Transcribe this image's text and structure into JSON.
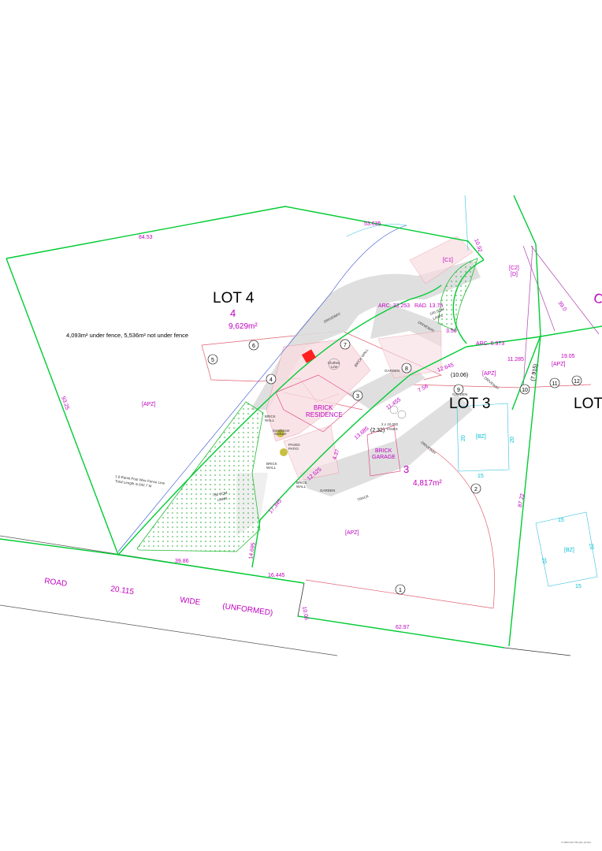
{
  "lots": {
    "lot4": {
      "title": "LOT 4",
      "number": "4",
      "area": "9,629m²",
      "fence_note": "4,093m² under fence, 5,536m² not under fence"
    },
    "lot3": {
      "title": "LOT 3",
      "number": "3",
      "area": "4,817m²"
    },
    "lot_right": {
      "title": "LOT"
    },
    "partial_right": "C"
  },
  "road": {
    "label1": "ROAD",
    "width": "20.115",
    "label2": "WIDE",
    "label3": "(UNFORMED)"
  },
  "dimensions": [
    "84.53",
    "53.635",
    "10.92",
    "93.25",
    "39.86",
    "16.445",
    "14.695",
    "10.06",
    "62.97",
    "87.22",
    "19.05",
    "11.285",
    "(7.915)",
    "(10.06)",
    "12.645",
    "3.50",
    "7.56",
    "11.455",
    "13.685",
    "(2.32)",
    "4.37",
    "12.525",
    "17.345",
    "39.0"
  ],
  "arcs": [
    "ARC. 33.253",
    "RAD. 13.75",
    "ARC. 6.973"
  ],
  "zones": {
    "apz": "[APZ]",
    "bz": "[BZ]",
    "c1": "[C1]",
    "c2": "[C2]",
    "d": "[D]"
  },
  "bz_dims": [
    "20",
    "20",
    "15",
    "15",
    "20",
    "20",
    "15"
  ],
  "buildings": {
    "residence": [
      "BRICK",
      "RESIDENCE"
    ],
    "garage": [
      "BRICK",
      "GARAGE"
    ]
  },
  "features": {
    "driveway": "DRIVEWAY",
    "brick_wall": "BRICK WALL",
    "brick_wall_short": [
      "BRICK",
      "WALL"
    ],
    "garden": "GARDEN",
    "track": "TRACK",
    "lawn_small": [
      "100 SQM",
      "LAWN"
    ],
    "lawn_big": [
      "760 SQM",
      "LAWN"
    ],
    "clothes_line": [
      "Clothes",
      "Line"
    ],
    "tanks": [
      "2 x 10,000",
      "TANKS"
    ],
    "paved_patio": [
      "PAVED",
      "PATIO"
    ],
    "sandstone": [
      "Sandstone",
      "Surface"
    ],
    "fence_note": [
      "1.8 Ramit Post Wire Fence Line",
      "Total Length is 642.7 M"
    ]
  },
  "markers": [
    "1",
    "2",
    "3",
    "4",
    "5",
    "6",
    "7",
    "8",
    "9",
    "10",
    "11",
    "12"
  ],
  "footer_code": "171820-010 PM plan printed"
}
